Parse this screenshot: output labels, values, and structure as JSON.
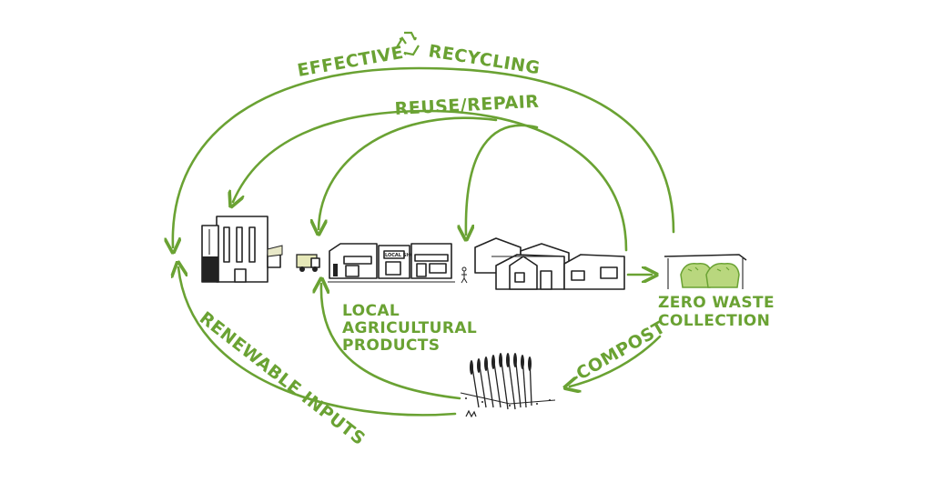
{
  "labels": {
    "effective_recycling_left": "EFFECTIVE",
    "effective_recycling_right": "RECYCLING",
    "reuse_repair": "REUSE/REPAIR",
    "local_agri_line1": "LOCAL",
    "local_agri_line2": "AGRICULTURAL",
    "local_agri_line3": "PRODUCTS",
    "zero_waste_line1": "ZERO WASTE",
    "zero_waste_line2": "COLLECTION",
    "compost": "COMPOST",
    "renewable_inputs": "RENEWABLE INPUTS"
  },
  "signs": {
    "local_shop": "LOCAL SHOP"
  },
  "colors": {
    "accent_green": "#6aa233",
    "light_green": "#b9d77e",
    "ink": "#222222"
  },
  "icons": [
    "recycle-icon",
    "factory-icon",
    "truck-icon",
    "shops-icon",
    "houses-icon",
    "bins-icon",
    "wheat-field-icon"
  ]
}
